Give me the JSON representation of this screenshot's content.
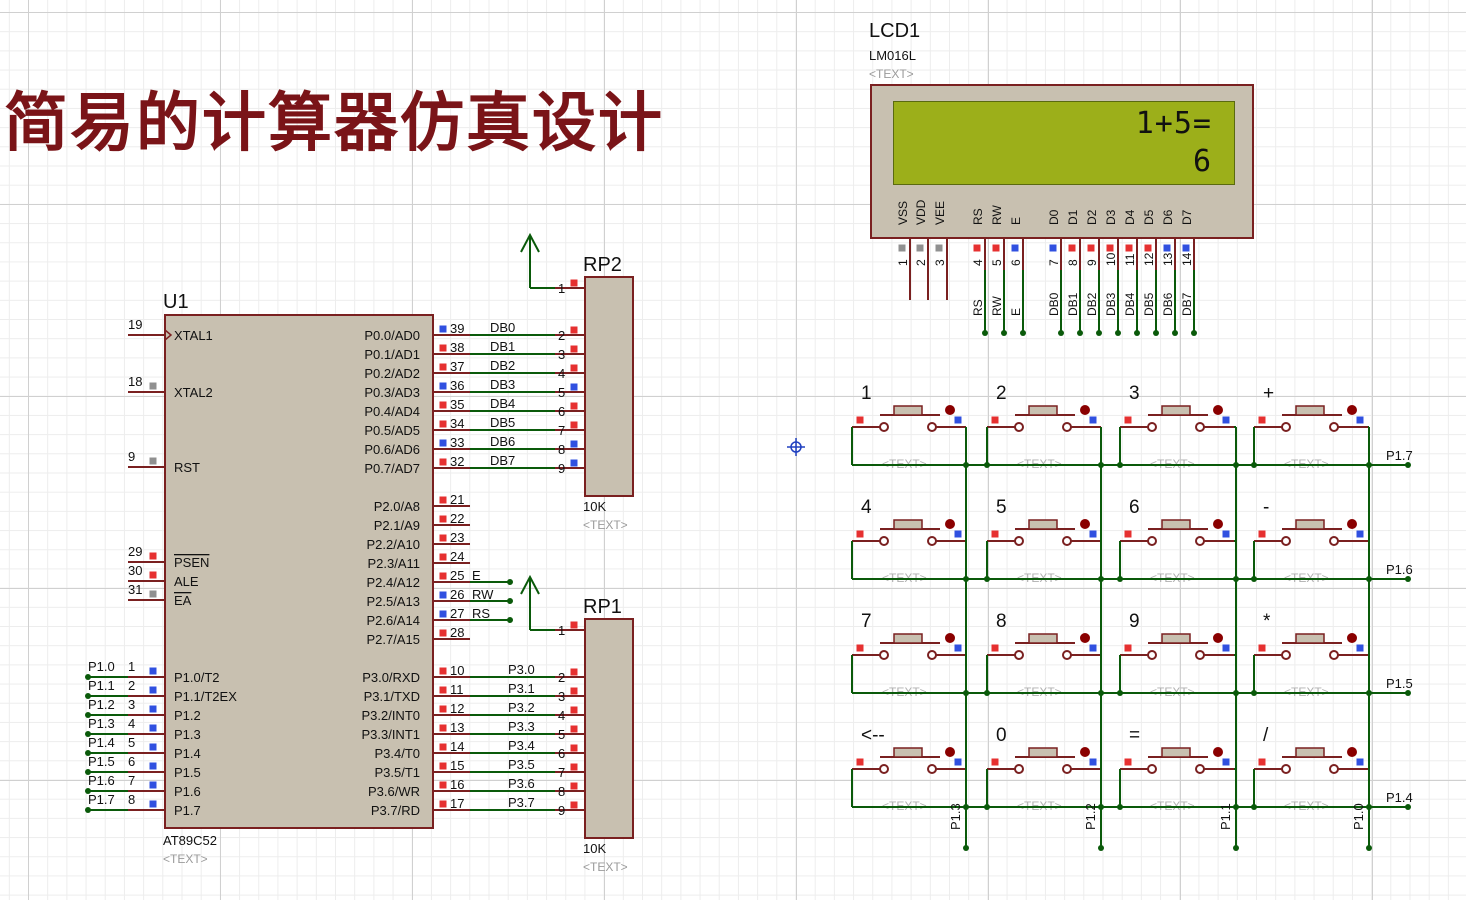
{
  "title": "简易的计算器仿真设计",
  "colors": {
    "wire": "#0a5a0a",
    "body_fill": "#c8c0b0",
    "body_stroke": "#7a2020",
    "pin_red": "#e63030",
    "pin_blue": "#3050e0",
    "pin_gray": "#909090",
    "lcd_screen": "#9caf1a",
    "title": "#7a1418"
  },
  "u1": {
    "ref": "U1",
    "part": "AT89C52",
    "text": "<TEXT>",
    "left_pins": [
      {
        "num": "19",
        "name": "XTAL1"
      },
      {
        "num": "18",
        "name": "XTAL2"
      },
      {
        "num": "9",
        "name": "RST"
      },
      {
        "num": "29",
        "name": "PSEN"
      },
      {
        "num": "30",
        "name": "ALE"
      },
      {
        "num": "31",
        "name": "EA"
      },
      {
        "num": "1",
        "name": "P1.0/T2",
        "net": "P1.0"
      },
      {
        "num": "2",
        "name": "P1.1/T2EX",
        "net": "P1.1"
      },
      {
        "num": "3",
        "name": "P1.2",
        "net": "P1.2"
      },
      {
        "num": "4",
        "name": "P1.3",
        "net": "P1.3"
      },
      {
        "num": "5",
        "name": "P1.4",
        "net": "P1.4"
      },
      {
        "num": "6",
        "name": "P1.5",
        "net": "P1.5"
      },
      {
        "num": "7",
        "name": "P1.6",
        "net": "P1.6"
      },
      {
        "num": "8",
        "name": "P1.7",
        "net": "P1.7"
      }
    ],
    "right_pins": [
      {
        "num": "39",
        "name": "P0.0/AD0",
        "net": "DB0"
      },
      {
        "num": "38",
        "name": "P0.1/AD1",
        "net": "DB1"
      },
      {
        "num": "37",
        "name": "P0.2/AD2",
        "net": "DB2"
      },
      {
        "num": "36",
        "name": "P0.3/AD3",
        "net": "DB3"
      },
      {
        "num": "35",
        "name": "P0.4/AD4",
        "net": "DB4"
      },
      {
        "num": "34",
        "name": "P0.5/AD5",
        "net": "DB5"
      },
      {
        "num": "33",
        "name": "P0.6/AD6",
        "net": "DB6"
      },
      {
        "num": "32",
        "name": "P0.7/AD7",
        "net": "DB7"
      },
      {
        "num": "21",
        "name": "P2.0/A8"
      },
      {
        "num": "22",
        "name": "P2.1/A9"
      },
      {
        "num": "23",
        "name": "P2.2/A10"
      },
      {
        "num": "24",
        "name": "P2.3/A11"
      },
      {
        "num": "25",
        "name": "P2.4/A12",
        "net": "E"
      },
      {
        "num": "26",
        "name": "P2.5/A13",
        "net": "RW"
      },
      {
        "num": "27",
        "name": "P2.6/A14",
        "net": "RS"
      },
      {
        "num": "28",
        "name": "P2.7/A15"
      },
      {
        "num": "10",
        "name": "P3.0/RXD",
        "net": "P3.0"
      },
      {
        "num": "11",
        "name": "P3.1/TXD",
        "net": "P3.1"
      },
      {
        "num": "12",
        "name": "P3.2/INT0",
        "net": "P3.2"
      },
      {
        "num": "13",
        "name": "P3.3/INT1",
        "net": "P3.3"
      },
      {
        "num": "14",
        "name": "P3.4/T0",
        "net": "P3.4"
      },
      {
        "num": "15",
        "name": "P3.5/T1",
        "net": "P3.5"
      },
      {
        "num": "16",
        "name": "P3.6/WR",
        "net": "P3.6"
      },
      {
        "num": "17",
        "name": "P3.7/RD",
        "net": "P3.7"
      }
    ]
  },
  "rp2": {
    "ref": "RP2",
    "value": "10K",
    "text": "<TEXT>",
    "pins": [
      "1",
      "2",
      "3",
      "4",
      "5",
      "6",
      "7",
      "8",
      "9"
    ]
  },
  "rp1": {
    "ref": "RP1",
    "value": "10K",
    "text": "<TEXT>",
    "pins": [
      "1",
      "2",
      "3",
      "4",
      "5",
      "6",
      "7",
      "8",
      "9"
    ]
  },
  "lcd": {
    "ref": "LCD1",
    "part": "LM016L",
    "text": "<TEXT>",
    "line1": "1+5=",
    "line2": "6",
    "pins": [
      {
        "num": "1",
        "name": "VSS"
      },
      {
        "num": "2",
        "name": "VDD"
      },
      {
        "num": "3",
        "name": "VEE"
      },
      {
        "num": "4",
        "name": "RS",
        "net": "RS"
      },
      {
        "num": "5",
        "name": "RW",
        "net": "RW"
      },
      {
        "num": "6",
        "name": "E",
        "net": "E"
      },
      {
        "num": "7",
        "name": "D0",
        "net": "DB0"
      },
      {
        "num": "8",
        "name": "D1",
        "net": "DB1"
      },
      {
        "num": "9",
        "name": "D2",
        "net": "DB2"
      },
      {
        "num": "10",
        "name": "D3",
        "net": "DB3"
      },
      {
        "num": "11",
        "name": "D4",
        "net": "DB4"
      },
      {
        "num": "12",
        "name": "D5",
        "net": "DB5"
      },
      {
        "num": "13",
        "name": "D6",
        "net": "DB6"
      },
      {
        "num": "14",
        "name": "D7",
        "net": "DB7"
      }
    ]
  },
  "keypad": {
    "keys": [
      [
        "1",
        "2",
        "3",
        "+"
      ],
      [
        "4",
        "5",
        "6",
        "-"
      ],
      [
        "7",
        "8",
        "9",
        "*"
      ],
      [
        "<--",
        "0",
        "=",
        "/"
      ]
    ],
    "key_text": "<TEXT>",
    "row_nets": [
      "P1.7",
      "P1.6",
      "P1.5",
      "P1.4"
    ],
    "col_nets": [
      "P1.3",
      "P1.2",
      "P1.1",
      "P1.0"
    ]
  }
}
